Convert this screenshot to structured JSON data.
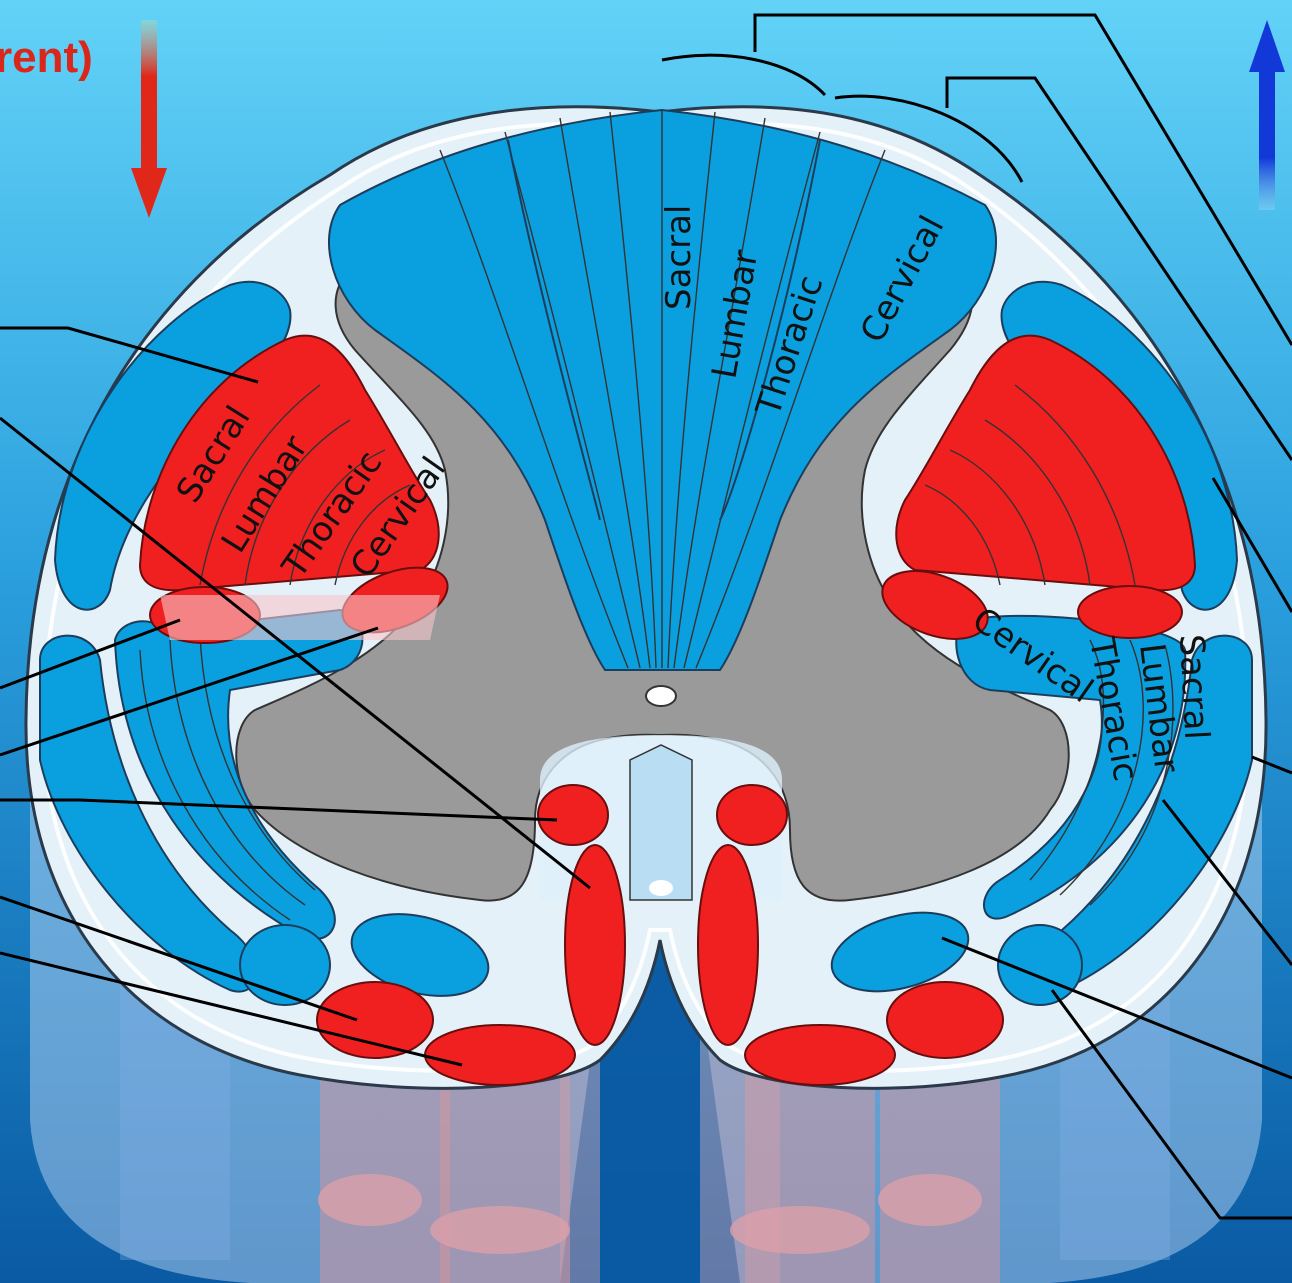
{
  "colors": {
    "background_top": "#5fd0f5",
    "background_bottom": "#0a5fa8",
    "ascending_tract": "#0aa0e0",
    "descending_tract": "#f02020",
    "grey_matter": "#9a9a9a",
    "white_matter": "#e4f1f8",
    "arrow_efferent": "#e0281a",
    "arrow_afferent": "#1238d8"
  },
  "header": {
    "efferent_text": "rent)"
  },
  "icons": {
    "down_arrow": "down-arrow-icon",
    "up_arrow": "up-arrow-icon"
  },
  "segment_labels": {
    "dorsal_column": [
      "Sacral",
      "Lumbar",
      "Thoracic",
      "Cervical"
    ],
    "lateral_corticospinal": [
      "Sacral",
      "Lumbar",
      "Thoracic",
      "Cervical"
    ],
    "spinothalamic": [
      "Cervical",
      "Thoracic",
      "Lumbar",
      "Sacral"
    ]
  }
}
